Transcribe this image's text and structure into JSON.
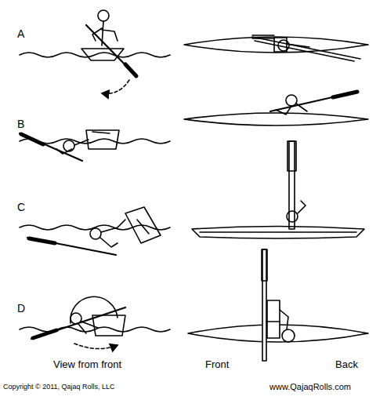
{
  "diagram": {
    "labels": [
      "A",
      "B",
      "C",
      "D",
      "View from front",
      "Front",
      "Back",
      "Copyright © 2011, Qajaq Rolls, LLC",
      "www.QajaqRolls.com"
    ]
  }
}
